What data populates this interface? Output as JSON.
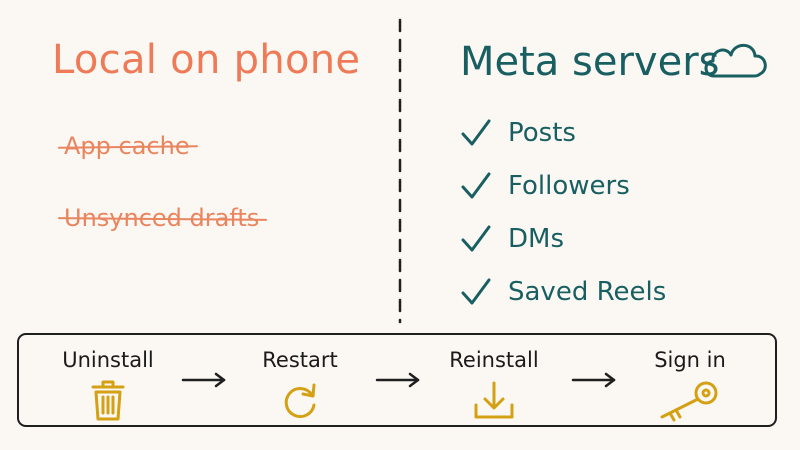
{
  "colors": {
    "local": "#ee7a57",
    "server": "#195f62",
    "icon": "#d4a014",
    "ink": "#1f1f1f",
    "background": "#fbf8f3"
  },
  "local": {
    "title": "Local on phone",
    "items": [
      {
        "label": "App cache",
        "status": "struck-through"
      },
      {
        "label": "Unsynced drafts",
        "status": "struck-through"
      }
    ]
  },
  "servers": {
    "title": "Meta servers",
    "title_icon": "cloud-icon",
    "items": [
      {
        "label": "Posts",
        "icon": "check-icon"
      },
      {
        "label": "Followers",
        "icon": "check-icon"
      },
      {
        "label": "DMs",
        "icon": "check-icon"
      },
      {
        "label": "Saved Reels",
        "icon": "check-icon"
      }
    ]
  },
  "flow": {
    "arrow_icon": "arrow-right-icon",
    "steps": [
      {
        "label": "Uninstall",
        "icon": "trash-icon"
      },
      {
        "label": "Restart",
        "icon": "refresh-icon"
      },
      {
        "label": "Reinstall",
        "icon": "download-icon"
      },
      {
        "label": "Sign in",
        "icon": "key-icon"
      }
    ]
  }
}
